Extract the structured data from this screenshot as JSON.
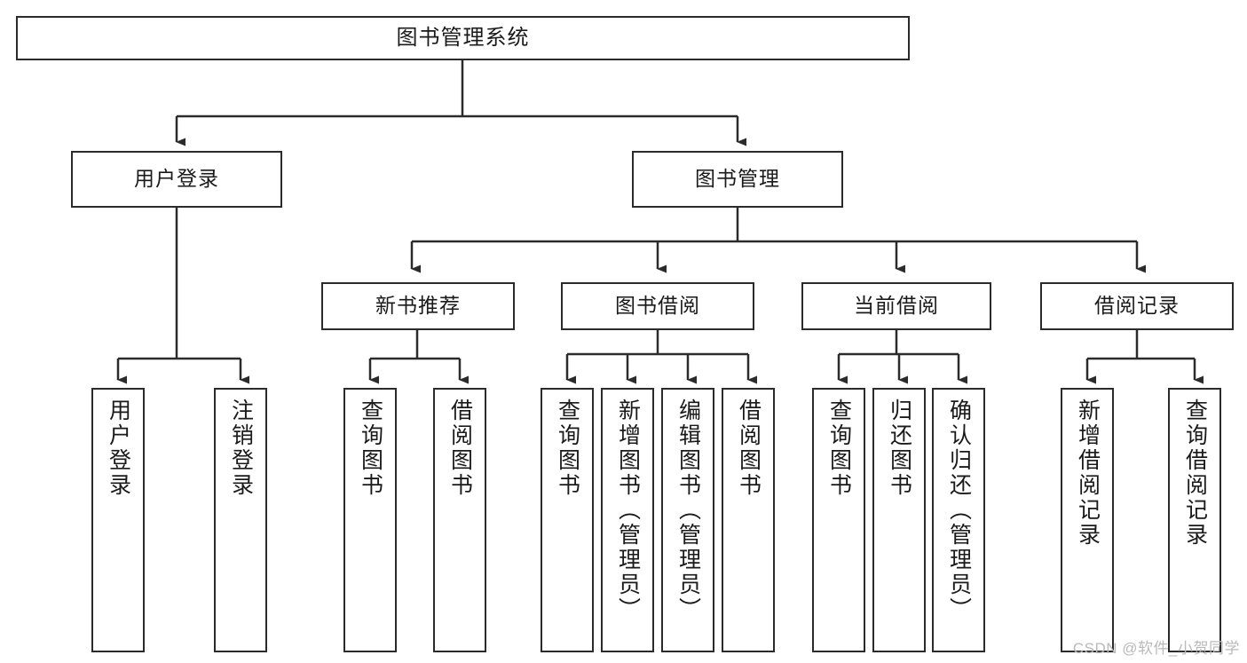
{
  "diagram": {
    "title": "图书管理系统",
    "type": "tree-hierarchy-diagram",
    "root": {
      "id": "root",
      "label": "图书管理系统"
    },
    "level2": [
      {
        "id": "user-login",
        "label": "用户登录"
      },
      {
        "id": "book-manage",
        "label": "图书管理"
      }
    ],
    "level3": [
      {
        "id": "new-book-recommend",
        "label": "新书推荐",
        "parent": "book-manage"
      },
      {
        "id": "book-borrow",
        "label": "图书借阅",
        "parent": "book-manage"
      },
      {
        "id": "current-borrow",
        "label": "当前借阅",
        "parent": "book-manage"
      },
      {
        "id": "borrow-record",
        "label": "借阅记录",
        "parent": "book-manage"
      }
    ],
    "leaves": {
      "user_login": [
        {
          "id": "leaf-user-login",
          "label": "用户登录"
        },
        {
          "id": "leaf-logout-login",
          "label": "注销登录"
        }
      ],
      "new_book_recommend": [
        {
          "id": "leaf-query-book-1",
          "label": "查询图书"
        },
        {
          "id": "leaf-borrow-book-1",
          "label": "借阅图书"
        }
      ],
      "book_borrow": [
        {
          "id": "leaf-query-book-2",
          "label": "查询图书"
        },
        {
          "id": "leaf-add-book",
          "label": "新增图书（管理员）"
        },
        {
          "id": "leaf-edit-book",
          "label": "编辑图书（管理员）"
        },
        {
          "id": "leaf-borrow-book-2",
          "label": "借阅图书"
        }
      ],
      "current_borrow": [
        {
          "id": "leaf-query-book-3",
          "label": "查询图书"
        },
        {
          "id": "leaf-return-book",
          "label": "归还图书"
        },
        {
          "id": "leaf-confirm-return",
          "label": "确认归还（管理员）"
        }
      ],
      "borrow_record": [
        {
          "id": "leaf-add-record",
          "label": "新增借阅记录"
        },
        {
          "id": "leaf-query-record",
          "label": "查询借阅记录"
        }
      ]
    }
  },
  "watermark": {
    "text": "CSDN @软件_小贺同学"
  },
  "colors": {
    "stroke": "#2b2b2b",
    "box_fill": "#ffffff",
    "text": "#1a1a1a",
    "watermark": "#b9b9b9",
    "background": "#ffffff"
  }
}
